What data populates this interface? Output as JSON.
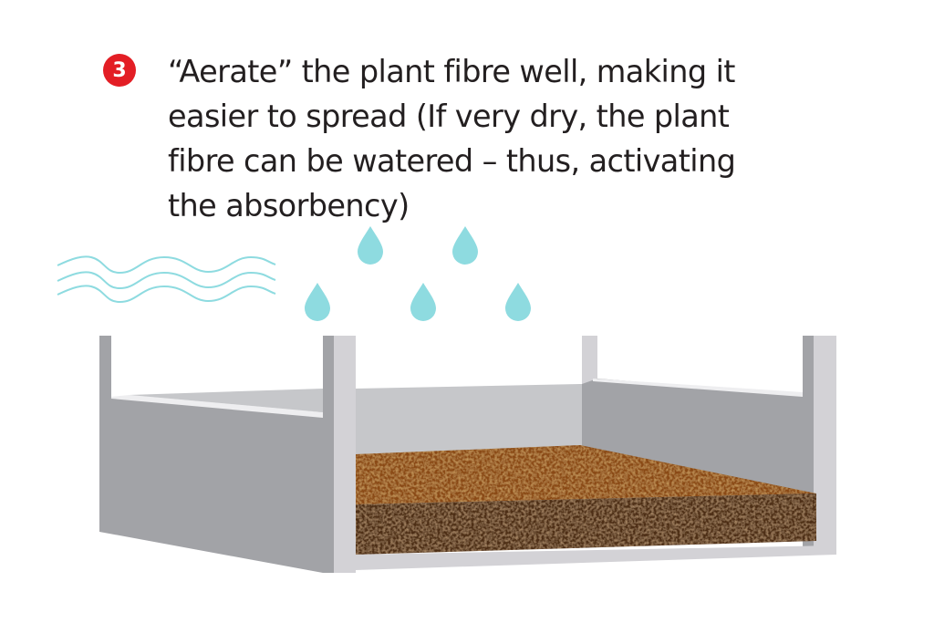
{
  "step": {
    "number": "3",
    "badge_color": "#e31e25"
  },
  "instruction": {
    "lines": [
      "“Aerate” the plant fibre well, making it",
      "easier to spread (If very dry, the plant",
      "fibre can be watered – thus, activating",
      "the absorbency)"
    ]
  },
  "illustration": {
    "elements": [
      "air-waves-icon",
      "water-drop-icon",
      "tray",
      "plant-fibre-layer"
    ],
    "colors": {
      "water": "#8edbe0",
      "tray_dark": "#a2a3a7",
      "tray_mid": "#c6c7ca",
      "tray_light": "#d3d2d6",
      "fibre_top": "#8a4a14",
      "fibre_side": "#4e2d17"
    }
  }
}
